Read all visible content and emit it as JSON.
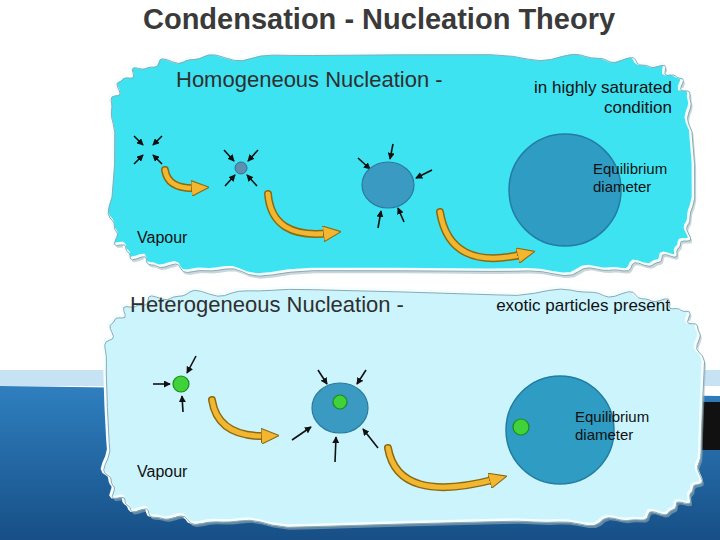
{
  "diagram": {
    "title": "Condensation - Nucleation Theory",
    "nodes": [
      {
        "text": [
          "Homogeneous Nucleation -",
          "in highly saturated condition",
          "Vapour"
        ]
      },
      {
        "text": [
          "Equilibrium diameter"
        ],
        "in": 0
      },
      {
        "text": [
          "Heterogeneous Nucleation -",
          "exotic particles present",
          "Vapour"
        ]
      },
      {
        "text": [
          "Equilibrium diameter"
        ],
        "in": 2
      }
    ]
  }
}
